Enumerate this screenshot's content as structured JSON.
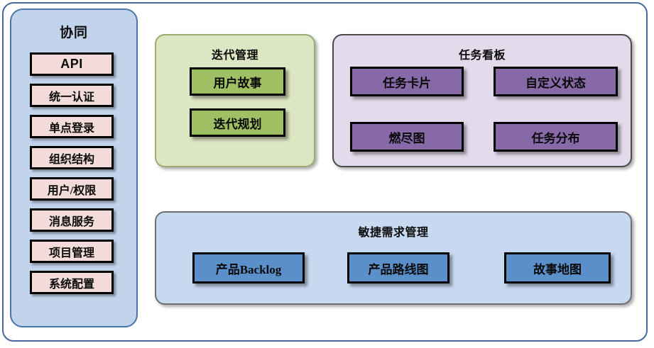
{
  "sidebar": {
    "title": "协同",
    "items": [
      {
        "label": "API",
        "script": "latin"
      },
      {
        "label": "统一认证",
        "script": "cjk"
      },
      {
        "label": "单点登录",
        "script": "cjk"
      },
      {
        "label": "组织结构",
        "script": "cjk"
      },
      {
        "label": "用户/权限",
        "script": "cjk"
      },
      {
        "label": "消息服务",
        "script": "cjk"
      },
      {
        "label": "项目管理",
        "script": "cjk"
      },
      {
        "label": "系统配置",
        "script": "cjk"
      }
    ]
  },
  "groups": {
    "iteration": {
      "title": "迭代管理",
      "nodes": [
        {
          "label": "用户故事"
        },
        {
          "label": "迭代规划"
        }
      ]
    },
    "kanban": {
      "title": "任务看板",
      "nodes": [
        {
          "label": "任务卡片"
        },
        {
          "label": "自定义状态"
        },
        {
          "label": "燃尽图"
        },
        {
          "label": "任务分布"
        }
      ]
    },
    "agile": {
      "title": "敏捷需求管理",
      "nodes": [
        {
          "label": "产品Backlog"
        },
        {
          "label": "产品路线图"
        },
        {
          "label": "故事地图"
        }
      ]
    }
  },
  "colors": {
    "frame_border": "#45699e",
    "sidebar_fill": "#c2d4ec",
    "sidebar_border": "#4b74ab",
    "sidebar_item_fill": "#f2dbd8",
    "iteration_fill": "#dde6c2",
    "iteration_node_fill": "#9fbf63",
    "kanban_fill": "#e3dbec",
    "kanban_node_fill": "#8769a8",
    "agile_fill": "#c7d9f1",
    "agile_node_fill": "#5b8fc9",
    "node_border": "#000000"
  }
}
